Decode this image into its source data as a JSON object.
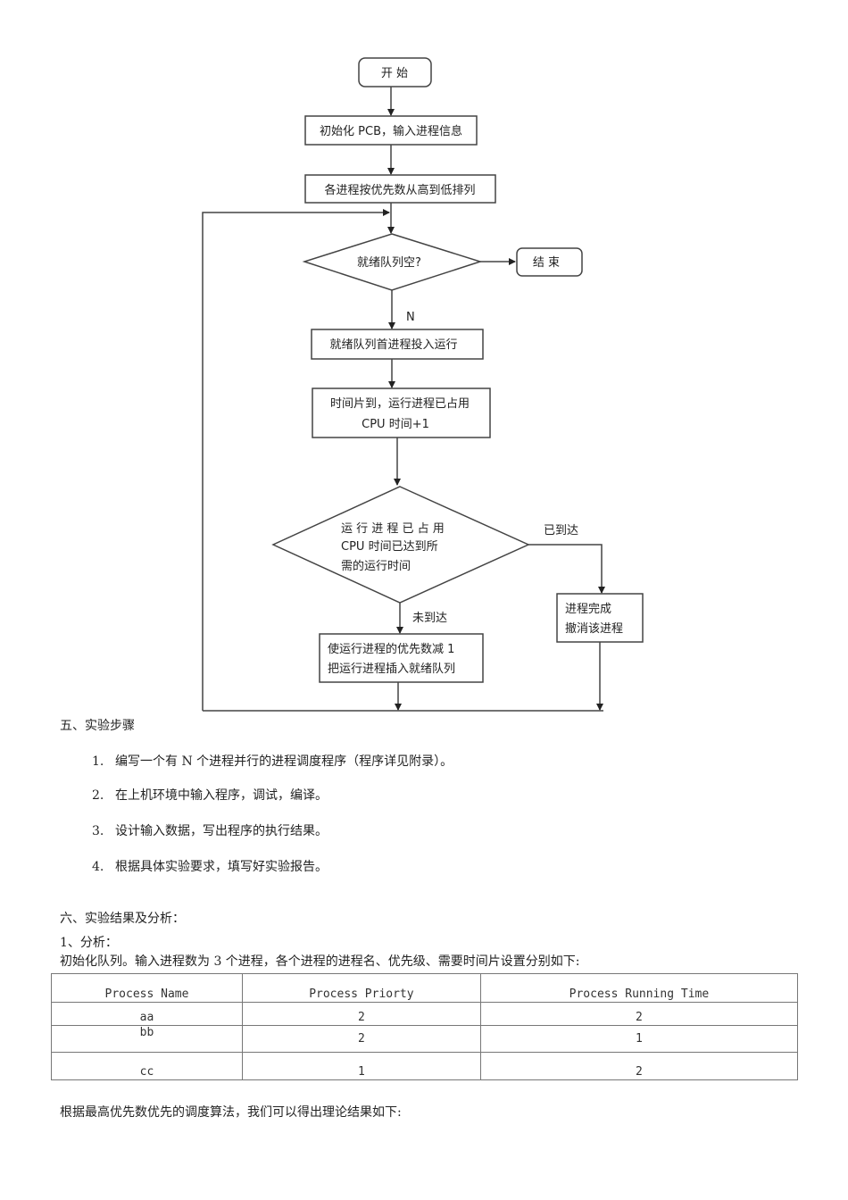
{
  "flowchart": {
    "start": "开  始",
    "init": "初始化 PCB，输入进程信息",
    "sort": "各进程按优先数从高到低排列",
    "ready_empty": "就绪队列空?",
    "end": "结  束",
    "label_n": "N",
    "run_head": "就绪队列首进程投入运行",
    "timeslice_line1": "时间片到，运行进程已占用",
    "timeslice_line2": "CPU 时间+1",
    "check_line1": "运 行 进 程 已 占 用",
    "check_line2": "CPU 时间已达到所",
    "check_line3": "需的运行时间",
    "label_reached": "已到达",
    "label_not_reached": "未到达",
    "done_line1": "进程完成",
    "done_line2": "撤消该进程",
    "reduce_line1": "使运行进程的优先数减 1",
    "reduce_line2": "把运行进程插入就绪队列"
  },
  "section5": {
    "title": "五、实验步骤",
    "steps": [
      {
        "num": "1.",
        "text": "编写一个有 N 个进程并行的进程调度程序（程序详见附录）。"
      },
      {
        "num": "2.",
        "text": "在上机环境中输入程序，调试，编译。"
      },
      {
        "num": "3.",
        "text": "设计输入数据，写出程序的执行结果。"
      },
      {
        "num": "4.",
        "text": "根据具体实验要求，填写好实验报告。"
      }
    ]
  },
  "section6": {
    "title": "六、实验结果及分析：",
    "subtitle": "1、分析：",
    "intro": "初始化队列。输入进程数为 3 个进程，各个进程的进程名、优先级、需要时间片设置分别如下:",
    "table": {
      "headers": [
        "Process Name",
        "Process Priorty",
        "Process Running Time"
      ],
      "rows": [
        [
          "aa",
          "2",
          "2"
        ],
        [
          "bb",
          "2",
          "1"
        ],
        [
          "cc",
          "1",
          "2"
        ]
      ]
    },
    "conclusion": "根据最高优先数优先的调度算法，我们可以得出理论结果如下:"
  }
}
